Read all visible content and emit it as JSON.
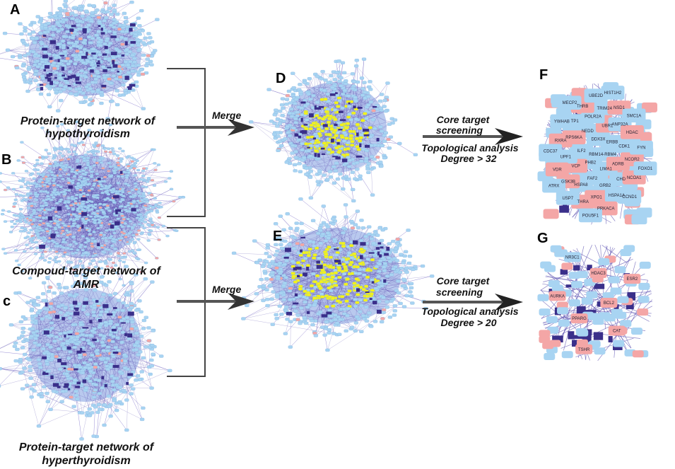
{
  "panels": {
    "A": {
      "letter": "A",
      "caption_1": "Protein-target network of",
      "caption_2": "hypothyroidism"
    },
    "B": {
      "letter": "B",
      "caption_1": "Compoud-target network of",
      "caption_2": "AMR"
    },
    "C": {
      "letter": "c",
      "caption_1": "Protein-target network of",
      "caption_2": "hyperthyroidism"
    },
    "D": {
      "letter": "D"
    },
    "E": {
      "letter": "E"
    },
    "F": {
      "letter": "F",
      "nodes": [
        "RBM14-RBM4",
        "PHB2",
        "DDX3X",
        "LIMA1",
        "ILF2",
        "ERBB",
        "FAF2",
        "NEDD",
        "ADRB",
        "VCP",
        "UBR1",
        "GRB2",
        "RPS6KA",
        "CDK1",
        "HSPA8",
        "POLR2A",
        "CHD",
        "UPF1",
        "ANP32A",
        "XPO1",
        "TP1",
        "NCOR2",
        "GSK3B",
        "TRIM24",
        "HSPA1A",
        "RXRA",
        "HDAC",
        "THRA",
        "THRB",
        "NCOA1",
        "VDR",
        "NSD1",
        "PRKACA",
        "YWHAB",
        "FYN",
        "USP7",
        "UBE2D",
        "CCND1",
        "CDC37",
        "SMC1A",
        "POU5F1",
        "MECP2",
        "FOXO1",
        "ATRX",
        "HIST1H2"
      ]
    },
    "G": {
      "letter": "G",
      "nodes": [
        "BCL2",
        "PPARG",
        "HDAC3",
        "CAT",
        "AURKA",
        "ESR2",
        "TSHR",
        "NR3C1"
      ]
    }
  },
  "merge_label": "Merge",
  "arrow_top": {
    "line_1": "Core target",
    "line_2": "screening",
    "line_3": "Topological analysis",
    "line_4": "Degree > 32"
  },
  "arrow_bottom": {
    "line_1": "Core target",
    "line_2": "screening",
    "line_3": "Topological analysis",
    "line_4": "Degree > 20"
  },
  "colors": {
    "node_blue": "#a8d4f2",
    "node_pink": "#f4a6a6",
    "node_yellow": "#f4f21a",
    "edge": "#5a4fb0"
  }
}
